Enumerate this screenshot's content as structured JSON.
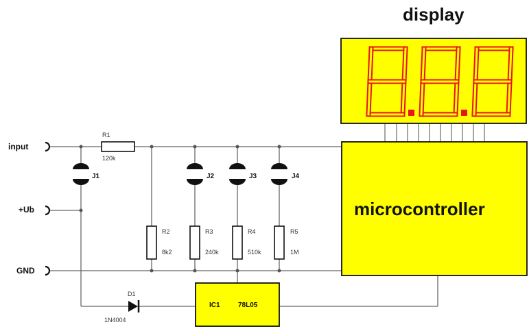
{
  "display": {
    "title": "display",
    "digits": [
      "8.",
      "8.",
      "8"
    ],
    "segment_color": "#e8141a",
    "panel_color": "#ffff00"
  },
  "blocks": {
    "microcontroller": "microcontroller",
    "ic1_ref": "IC1",
    "ic1_type": "78L05",
    "fill_color": "#ffff00"
  },
  "ports": {
    "input": "input",
    "ub": "+Ub",
    "gnd": "GND"
  },
  "components": {
    "r1": {
      "ref": "R1",
      "value": "120k"
    },
    "r2": {
      "ref": "R2",
      "value": "8k2"
    },
    "r3": {
      "ref": "R3",
      "value": "240k"
    },
    "r4": {
      "ref": "R4",
      "value": "510k"
    },
    "r5": {
      "ref": "R5",
      "value": "1M"
    },
    "d1": {
      "ref": "D1",
      "value": "1N4004"
    },
    "j1": "J1",
    "j2": "J2",
    "j3": "J3",
    "j4": "J4"
  }
}
